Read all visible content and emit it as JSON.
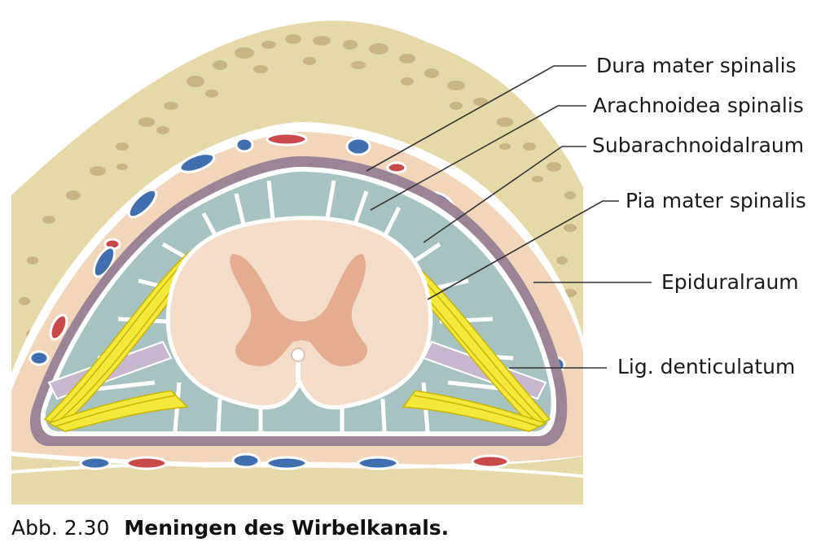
{
  "figure": {
    "labels": {
      "dura": "Dura mater spinalis",
      "arachnoid": "Arachnoidea spinalis",
      "subarachnoid": "Subarachnoidalraum",
      "pia": "Pia mater spinalis",
      "epidural": "Epiduralraum",
      "ligament": "Lig. denticulatum"
    },
    "colors": {
      "bone": "#e5d9a9",
      "bone_pores": "#c9b583",
      "epidural_fat": "#f2d6bb",
      "dura": "#9a8496",
      "csf": "#a6c3c2",
      "cord": "#f5dcc8",
      "grey_matter": "#e4ad92",
      "nerve_roots": "#f5e83c",
      "vein": "#3f6fae",
      "artery": "#c94a4a",
      "ligament": "#c7b8cf"
    }
  },
  "caption": {
    "number": "Abb. 2.30",
    "title": "Meningen des Wirbelkanals."
  }
}
